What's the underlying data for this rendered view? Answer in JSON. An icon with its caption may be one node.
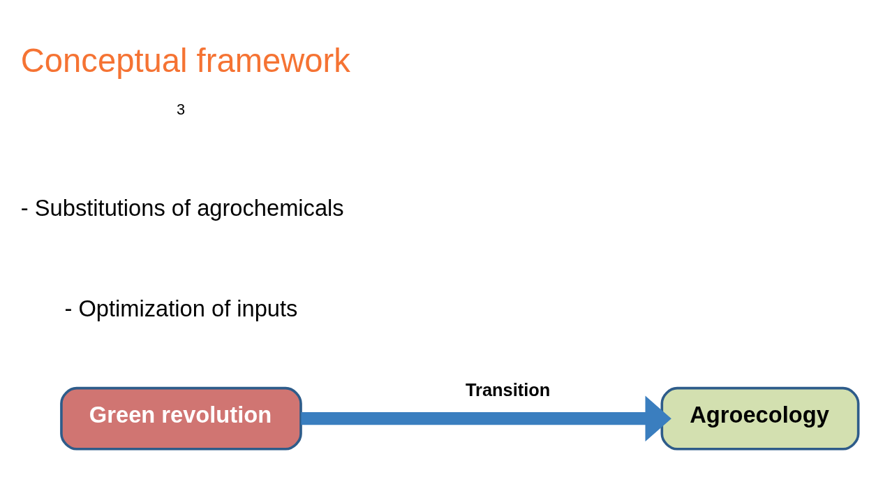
{
  "diagram": {
    "title": "Conceptual framework",
    "nodes": [
      {
        "text": [
          "Green revolution"
        ]
      },
      {
        "text": [
          "Agroecology"
        ]
      }
    ],
    "edges": [
      {
        "from": 0,
        "to": 1,
        "arrow": "to",
        "label": "Transition",
        "color": "#3a7ebf"
      }
    ],
    "labels": [
      "- Optimization of inputs",
      "- Substitutions of agrochemicals",
      "3"
    ]
  }
}
